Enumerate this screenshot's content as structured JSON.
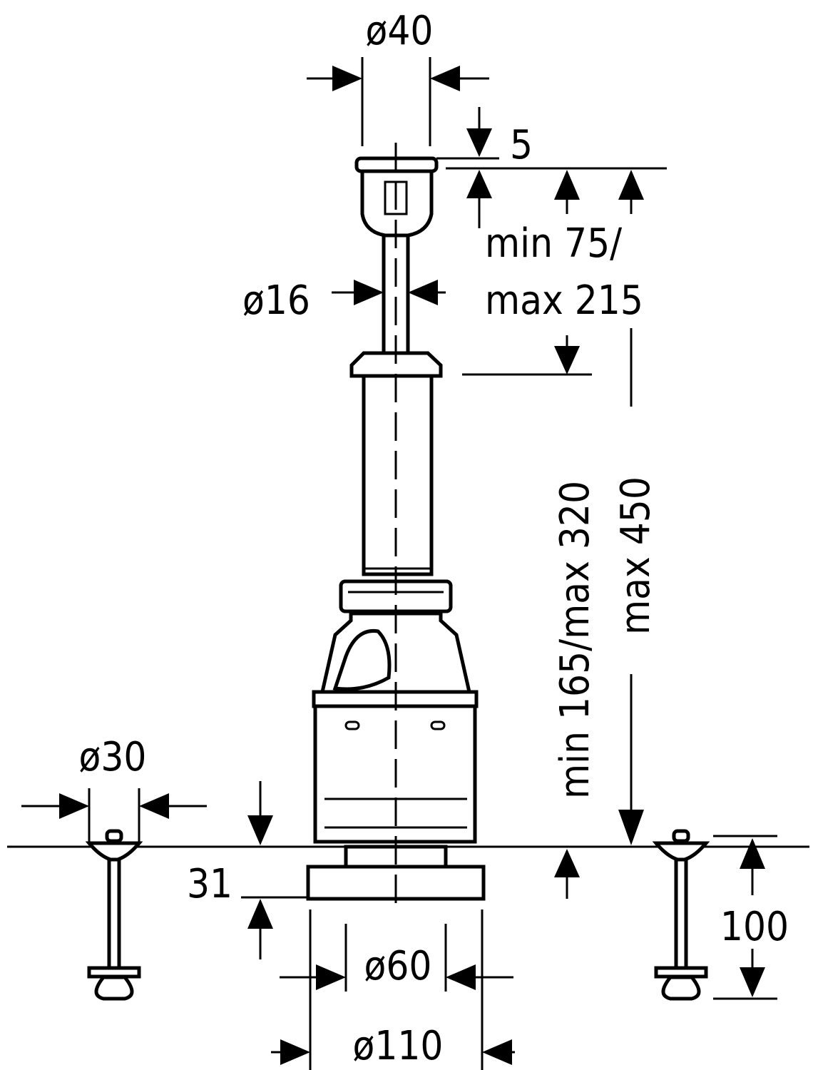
{
  "drawing": {
    "dimensions": {
      "top_diameter": "ø40",
      "cap_height": "5",
      "stem_range_line1": "min 75/",
      "stem_range_line2": "max 215",
      "stem_diameter": "ø16",
      "body_range": "min 165/max 320",
      "total_max": "max 450",
      "bolt_diameter": "ø30",
      "base_height": "31",
      "bolt_length": "100",
      "outlet_inner_diameter": "ø60",
      "outlet_outer_diameter": "ø110"
    }
  }
}
